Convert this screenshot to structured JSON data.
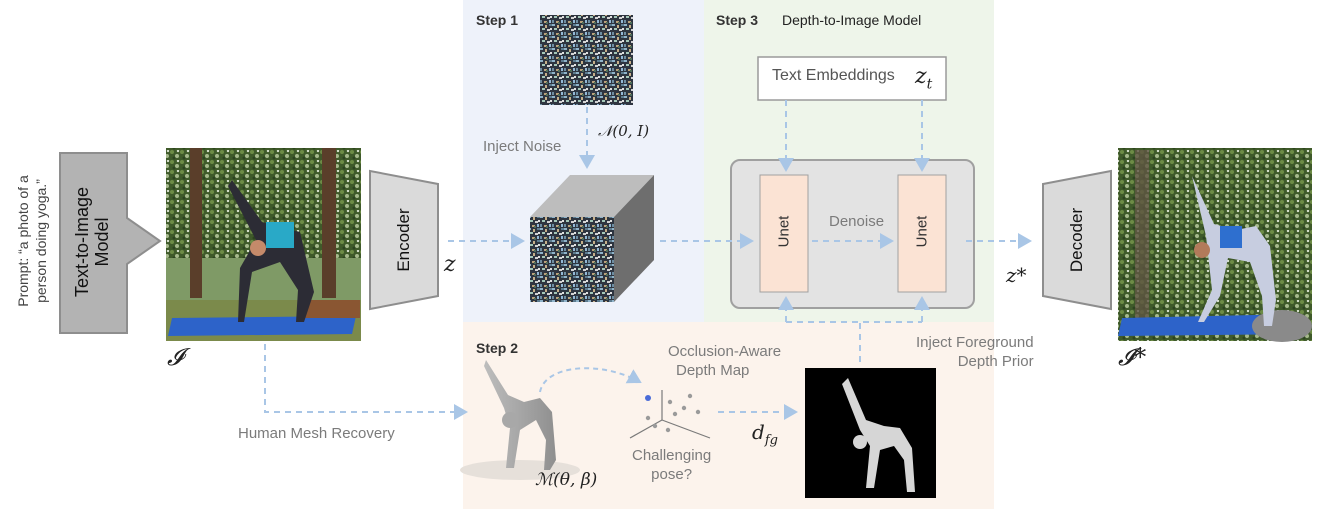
{
  "prompt": {
    "line1": "Prompt: “a photo of a",
    "line2": "person doing yoga.”"
  },
  "t2i_model": {
    "line1": "Text-to-Image",
    "line2": "Model"
  },
  "input_image_symbol": "𝓘",
  "encoder_label": "Encoder",
  "latent_symbol": "z",
  "step1": {
    "label": "Step 1",
    "inject_noise": "Inject Noise",
    "noise_dist": "𝒩(0, I)"
  },
  "step3": {
    "label": "Step 3",
    "title": "Depth-to-Image Model",
    "text_embeddings": "Text Embeddings",
    "text_emb_symbol": "z",
    "text_emb_sub": "t",
    "unet1": "Unet",
    "unet2": "Unet",
    "denoise": "Denoise"
  },
  "step2": {
    "label": "Step 2",
    "occlusion_line1": "Occlusion-Aware",
    "occlusion_line2": "Depth Map",
    "challenging_line1": "Challenging",
    "challenging_line2": "pose?",
    "mesh_symbol": "ℳ(θ, β)",
    "depth_symbol": "d",
    "depth_sub": "fg"
  },
  "inject_fg": {
    "line1": "Inject Foreground",
    "line2": "Depth Prior"
  },
  "human_mesh_recovery": "Human Mesh Recovery",
  "output_latent": "z*",
  "decoder_label": "Decoder",
  "output_image_symbol": "𝓘*",
  "colors": {
    "step1_bg": "#eef2fa",
    "step3_bg": "#eef5ea",
    "step2_bg": "#fcf3ec",
    "unet_fill": "#fbe3d4",
    "arrow": "#a9c6e6",
    "t2i_fill": "#b3b3b3"
  }
}
